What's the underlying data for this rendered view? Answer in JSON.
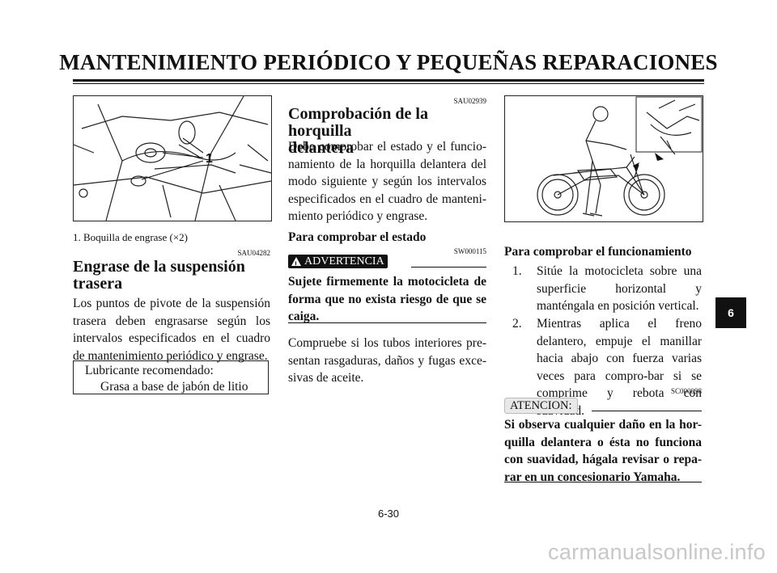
{
  "header": {
    "title": "MANTENIMIENTO PERIÓDICO Y PEQUEÑAS REPARACIONES"
  },
  "left": {
    "figure_callout": "1",
    "caption": "1.  Boquilla de engrase (×2)",
    "code": "SAU04282",
    "heading_line1": "Engrase de la suspensión",
    "heading_line2": "trasera",
    "body": "Los puntos de pivote de la suspensión trasera deben engrasarse según los intervalos especificados en el cuadro de mantenimiento periódico y engrase.",
    "lubricant_label": "Lubricante recomendado:",
    "lubricant_value": "Grasa a base de jabón de litio"
  },
  "middle": {
    "code": "SAU02939",
    "heading_line1": "Comprobación de la horquilla",
    "heading_line2": "delantera",
    "body": "Debe comprobar el estado y el funcio-namiento de la horquilla delantera del modo siguiente y según los intervalos especificados en el cuadro de manteni-miento periódico y engrase.",
    "subhead": "Para comprobar el estado",
    "warning_code": "SW000115",
    "warning_label": "ADVERTENCIA",
    "warning_text": "Sujete firmemente la motocicleta de forma que no exista riesgo de que se caiga.",
    "body2": "Compruebe si los tubos interiores pre-sentan rasgaduras, daños y fugas exce-sivas de aceite."
  },
  "right": {
    "subhead": "Para comprobar el funcionamiento",
    "steps": [
      {
        "num": "1.",
        "text": "Sitúe la motocicleta sobre una superficie horizontal y manténgala en posición vertical."
      },
      {
        "num": "2.",
        "text": "Mientras aplica el freno delantero, empuje el manillar hacia abajo con fuerza varias veces para compro-bar si se comprime y rebota con suavidad."
      }
    ],
    "caution_code": "SC000098",
    "caution_label": "ATENCION:",
    "caution_text": "Si observa cualquier daño en la hor-quilla delantera o ésta no funciona con suavidad, hágala revisar o repa-rar en un concesionario Yamaha."
  },
  "side_tab": "6",
  "page_number": "6-30",
  "watermark": "carmanualsonline.info"
}
